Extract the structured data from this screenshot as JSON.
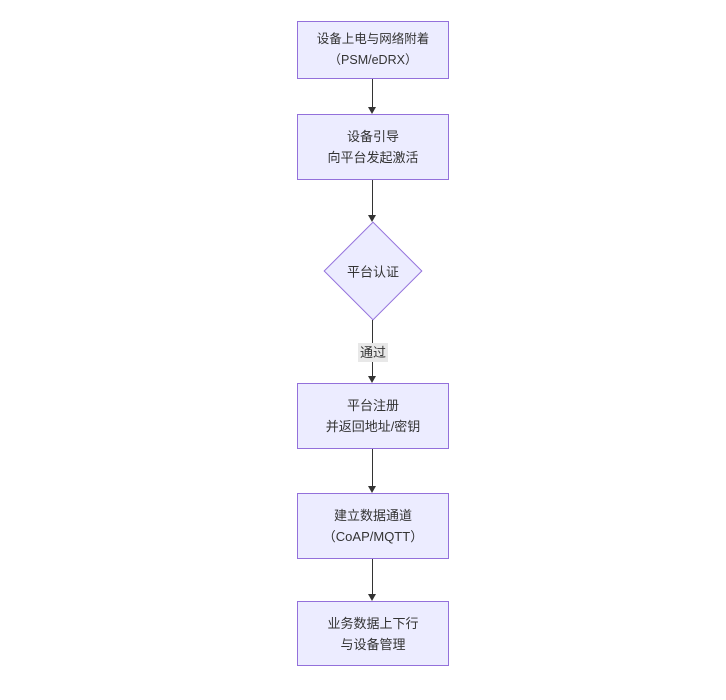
{
  "colors": {
    "canvas_bg": "#ffffff",
    "node_fill": "#ECECFF",
    "node_border": "#9370DB",
    "edge_color": "#333333",
    "label_bg": "#e8e8e8",
    "text_color": "#333333"
  },
  "nodes": [
    {
      "id": "device-attach",
      "type": "rect",
      "lines": [
        "设备上电与网络附着",
        "（PSM/eDRX）"
      ]
    },
    {
      "id": "bootstrap",
      "type": "rect",
      "lines": [
        "设备引导",
        "向平台发起激活"
      ]
    },
    {
      "id": "platform-auth",
      "type": "diamond",
      "lines": [
        "平台认证"
      ]
    },
    {
      "id": "register",
      "type": "rect",
      "lines": [
        "平台注册",
        "并返回地址/密钥"
      ]
    },
    {
      "id": "data-channel",
      "type": "rect",
      "lines": [
        "建立数据通道",
        "（CoAP/MQTT）"
      ]
    },
    {
      "id": "business-data",
      "type": "rect",
      "lines": [
        "业务数据上下行",
        "与设备管理"
      ]
    }
  ],
  "edges": [
    {
      "from": "device-attach",
      "to": "bootstrap",
      "label": ""
    },
    {
      "from": "bootstrap",
      "to": "platform-auth",
      "label": ""
    },
    {
      "from": "platform-auth",
      "to": "register",
      "label": "通过"
    },
    {
      "from": "register",
      "to": "data-channel",
      "label": ""
    },
    {
      "from": "data-channel",
      "to": "business-data",
      "label": ""
    }
  ]
}
